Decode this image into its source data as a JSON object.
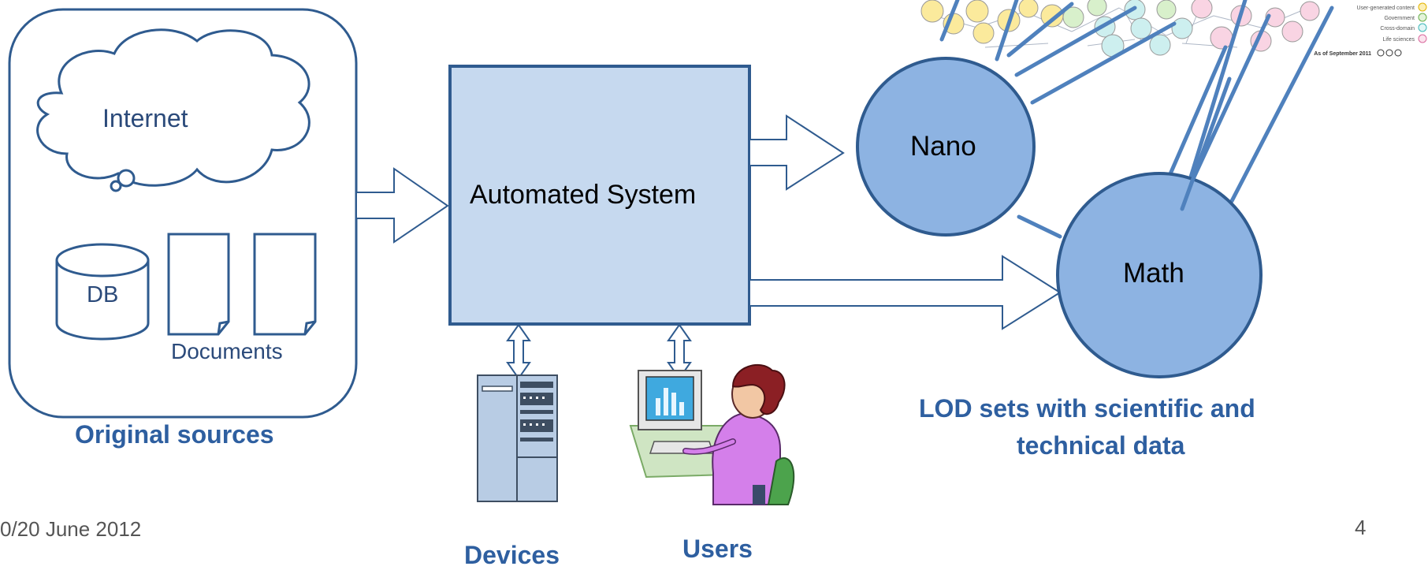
{
  "sources": {
    "internet_label": "Internet",
    "db_label": "DB",
    "documents_label": "Documents",
    "caption": "Original sources"
  },
  "system": {
    "label": "Automated System"
  },
  "devices": {
    "caption": "Devices"
  },
  "users": {
    "caption": "Users"
  },
  "lod": {
    "nano_label": "Nano",
    "math_label": "Math",
    "caption_line1": "LOD sets with scientific and",
    "caption_line2": "technical data"
  },
  "legend": {
    "items": [
      "User-generated content",
      "Government",
      "Cross-domain",
      "Life sciences"
    ],
    "colors": [
      "#F6D55C",
      "#6AB04C",
      "#6FD3D3",
      "#F4A6C6"
    ],
    "date_text": "As of September 2011"
  },
  "footer": {
    "date": "0/20 June 2012",
    "page_number": "4"
  },
  "colors": {
    "stroke": "#2F5B8F",
    "box_fill": "#C6D9EF",
    "circle_fill": "#8DB3E2",
    "caption": "#2E5FA0"
  }
}
